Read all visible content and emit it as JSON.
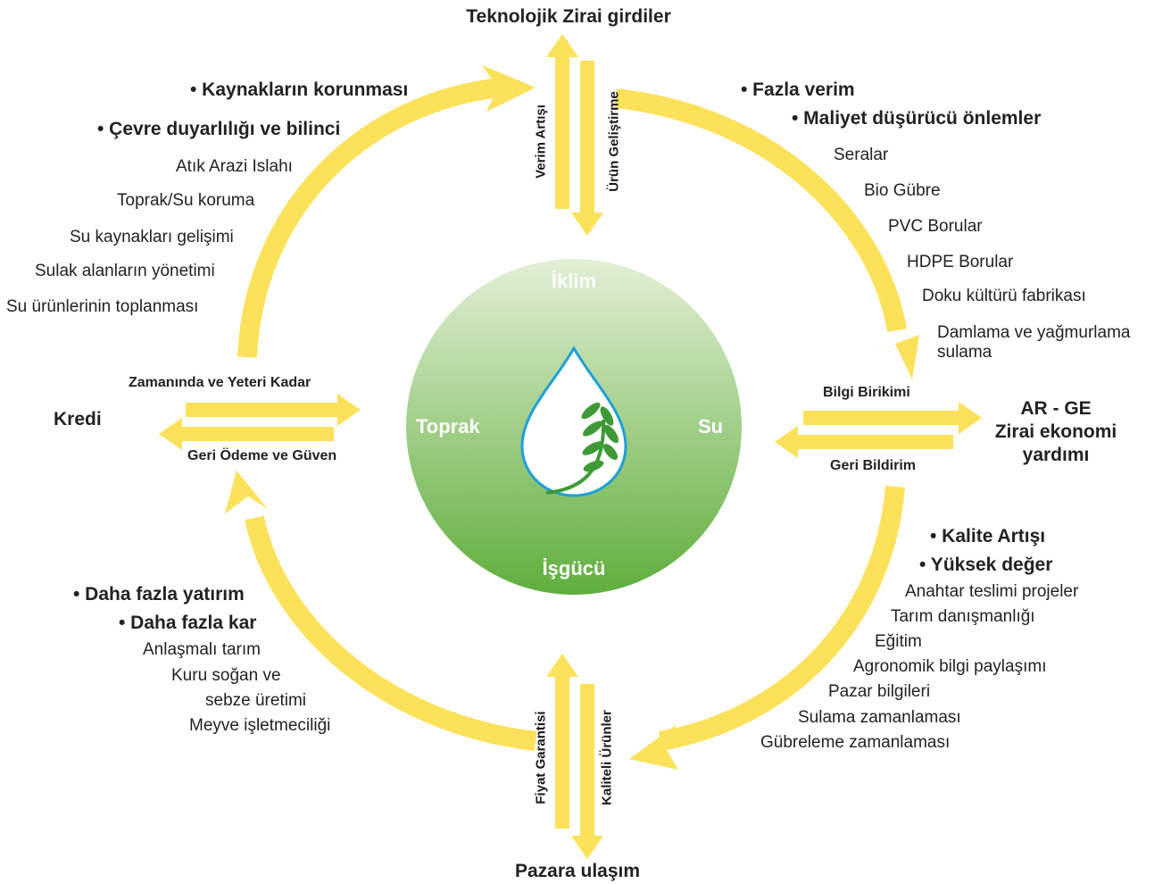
{
  "center": {
    "top": "İklim",
    "left": "Toprak",
    "right": "Su",
    "bottom": "İşgücü"
  },
  "top": {
    "title": "Teknolojik Zirai girdiler",
    "up_label": "Verim Artışı",
    "down_label": "Ürün Geliştirme"
  },
  "bottom": {
    "title": "Pazara ulaşım",
    "up_label": "Fiyat Garantisi",
    "down_label": "Kaliteli Ürünler"
  },
  "left": {
    "title": "Kredi",
    "right_label": "Zamanında ve Yeteri Kadar",
    "left_label": "Geri Ödeme ve Güven"
  },
  "right": {
    "title_line1": "AR - GE",
    "title_line2": "Zirai ekonomi",
    "title_line3": "yardımı",
    "right_label": "Bilgi Birikimi",
    "left_label": "Geri Bildirim"
  },
  "top_left": {
    "bullets": [
      "• Kaynakların korunması",
      "• Çevre duyarlılığı ve bilinci"
    ],
    "items": [
      "Atık Arazi Islahı",
      "Toprak/Su koruma",
      "Su kaynakları gelişimi",
      "Sulak alanların yönetimi",
      "Su ürünlerinin toplanması"
    ]
  },
  "top_right": {
    "bullets": [
      "• Fazla verim",
      "• Maliyet düşürücü önlemler"
    ],
    "items": [
      "Seralar",
      "Bio Gübre",
      "PVC Borular",
      "HDPE Borular",
      "Doku kültürü fabrikası",
      "Damlama ve yağmurlama",
      "sulama"
    ]
  },
  "bottom_right": {
    "bullets": [
      "• Kalite Artışı",
      "• Yüksek değer"
    ],
    "items": [
      "Anahtar teslimi projeler",
      "Tarım danışmanlığı",
      "Eğitim",
      "Agronomik bilgi paylaşımı",
      "Pazar bilgileri",
      "Sulama zamanlaması",
      "Gübreleme zamanlaması"
    ]
  },
  "bottom_left": {
    "bullets": [
      "• Daha fazla yatırım",
      "• Daha fazla kar"
    ],
    "items": [
      "Anlaşmalı tarım",
      "Kuru soğan ve",
      "sebze üretimi",
      "Meyve işletmeciliği"
    ]
  },
  "colors": {
    "arrow": "#fce15a",
    "circle_top": "#e3efd6",
    "circle_bottom": "#5fae3c",
    "drop_stroke": "#1ea0d8",
    "leaf": "#3f9a36"
  }
}
